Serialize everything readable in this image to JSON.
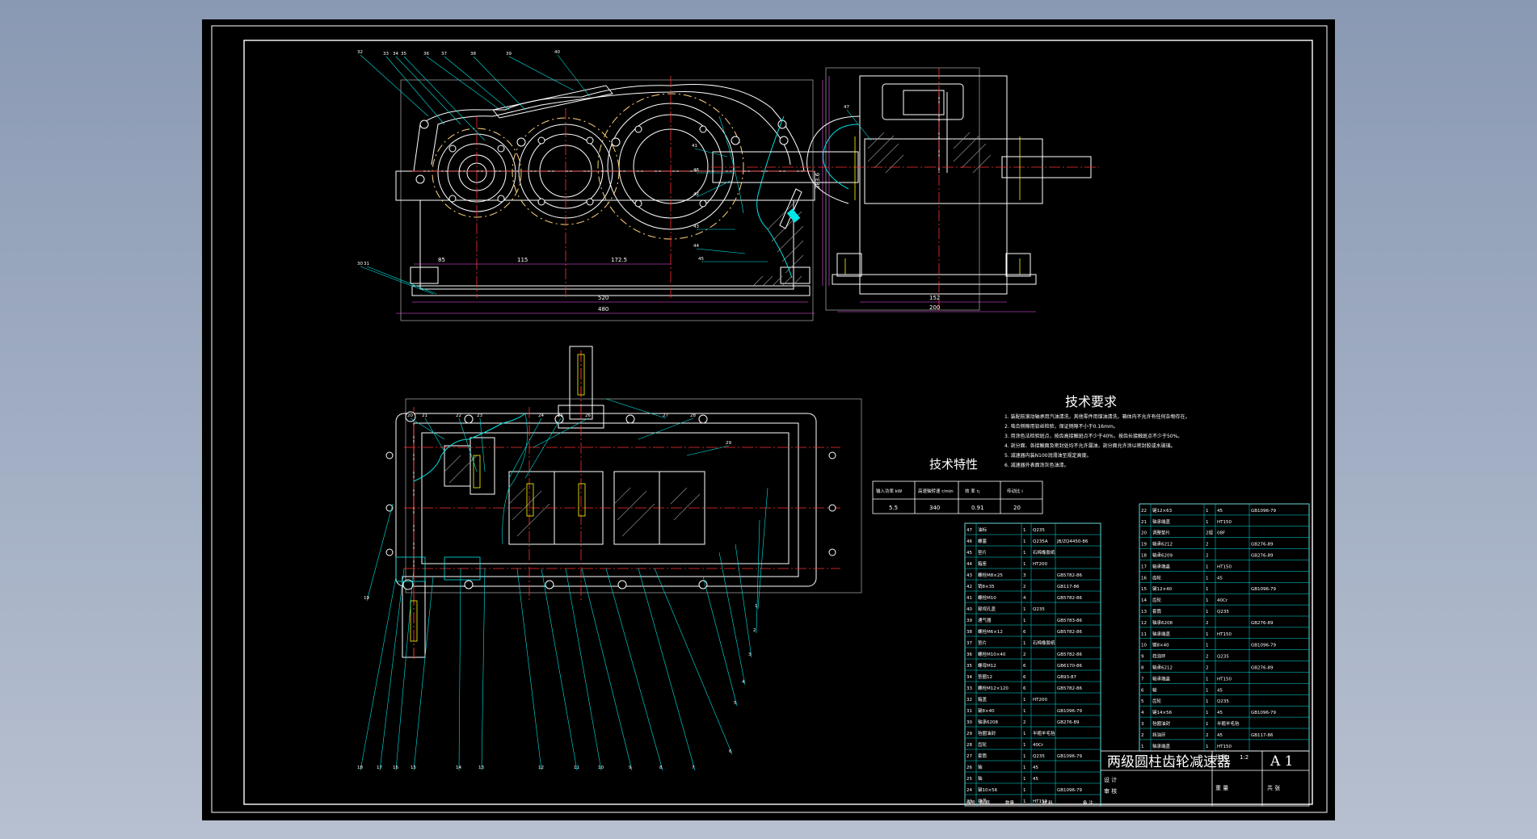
{
  "drawing": {
    "title": "两级圆柱齿轮减速器",
    "sheet_size": "A 1",
    "tech_req_title": "技术要求",
    "tech_char_title": "技术特性",
    "tech_requirements": [
      "1. 装配前滚动轴承用汽油清洗，其他零件用煤油清洗，箱体内不允许有任何杂物存在。",
      "2. 啮合侧隙用铅丝检验，保证侧隙不小于0.16mm。",
      "3. 用涂色法检验斑点，按齿高接触斑点不少于40%，按齿长接触斑点不少于50%。",
      "4. 剖分面、各接触面及密封处均不允许漏油，剖分面允许涂以密封胶或水玻璃。",
      "5. 减速器内装N100润滑油至规定高度。",
      "6. 减速器外表面涂灰色油漆。"
    ],
    "characteristics": {
      "headers": [
        "输入功率 kW",
        "高速轴转速 r/min",
        "效 率 η",
        "传动比 i"
      ],
      "values": [
        "5.5",
        "340",
        "0.91",
        "20"
      ]
    },
    "title_block": {
      "scale_label": "比例",
      "scale_value": "1:2",
      "drawn_label": "设 计",
      "checked_label": "审 核",
      "weight_label": "重 量",
      "sheet_label": "共 张"
    },
    "bom_headers": [
      "序号",
      "名 称",
      "数量",
      "材 料",
      "备 注"
    ],
    "parts_left": [
      [
        "47",
        "油标",
        "1",
        "Q235",
        ""
      ],
      [
        "46",
        "螺塞",
        "1",
        "Q235A",
        "JB/ZQ4450-86"
      ],
      [
        "45",
        "垫片",
        "1",
        "石棉橡胶纸",
        ""
      ],
      [
        "44",
        "箱座",
        "1",
        "HT200",
        ""
      ],
      [
        "43",
        "螺栓M8×25",
        "3",
        "",
        "GB5782-86"
      ],
      [
        "42",
        "销8×35",
        "2",
        "",
        "GB117-86"
      ],
      [
        "41",
        "螺栓M10",
        "4",
        "",
        "GB5782-86"
      ],
      [
        "40",
        "窥视孔盖",
        "1",
        "Q235",
        ""
      ],
      [
        "39",
        "通气器",
        "1",
        "",
        "GB5783-86"
      ],
      [
        "38",
        "螺栓M6×12",
        "6",
        "",
        "GB5782-86"
      ],
      [
        "37",
        "垫片",
        "1",
        "石棉橡胶纸",
        ""
      ],
      [
        "36",
        "螺栓M10×40",
        "2",
        "",
        "GB5782-86"
      ],
      [
        "35",
        "螺母M12",
        "6",
        "",
        "GB6170-86"
      ],
      [
        "34",
        "垫圈12",
        "6",
        "",
        "GB93-87"
      ],
      [
        "33",
        "螺栓M12×120",
        "6",
        "",
        "GB5782-86"
      ],
      [
        "32",
        "箱盖",
        "1",
        "HT200",
        ""
      ],
      [
        "31",
        "键8×40",
        "1",
        "",
        "GB1096-79"
      ],
      [
        "30",
        "轴承6208",
        "2",
        "",
        "GB276-89"
      ],
      [
        "29",
        "毡圈油封",
        "1",
        "半粗羊毛毡",
        ""
      ],
      [
        "28",
        "齿轮",
        "1",
        "40Cr",
        ""
      ],
      [
        "27",
        "套筒",
        "1",
        "Q235",
        "GB1096-79"
      ],
      [
        "26",
        "轴",
        "1",
        "45",
        ""
      ],
      [
        "25",
        "轴",
        "1",
        "45",
        ""
      ],
      [
        "24",
        "键10×56",
        "1",
        "",
        "GB1096-79"
      ],
      [
        "23",
        "端盖",
        "1",
        "HT150",
        ""
      ]
    ],
    "parts_right": [
      [
        "22",
        "键12×63",
        "1",
        "45",
        "GB1096-79"
      ],
      [
        "21",
        "轴承端盖",
        "1",
        "HT150",
        ""
      ],
      [
        "20",
        "调整垫片",
        "2组",
        "08F",
        ""
      ],
      [
        "19",
        "轴承6212",
        "2",
        "",
        "GB276-89"
      ],
      [
        "18",
        "轴承6209",
        "2",
        "",
        "GB276-89"
      ],
      [
        "17",
        "轴承端盖",
        "1",
        "HT150",
        ""
      ],
      [
        "16",
        "齿轮",
        "1",
        "45",
        ""
      ],
      [
        "15",
        "键12×40",
        "1",
        "",
        "GB1096-79"
      ],
      [
        "14",
        "齿轮",
        "1",
        "40Cr",
        ""
      ],
      [
        "13",
        "套筒",
        "1",
        "Q235",
        ""
      ],
      [
        "12",
        "轴承6208",
        "2",
        "",
        "GB276-89"
      ],
      [
        "11",
        "轴承端盖",
        "1",
        "HT150",
        ""
      ],
      [
        "10",
        "键8×40",
        "1",
        "",
        "GB1096-79"
      ],
      [
        "9",
        "挡油环",
        "2",
        "Q235",
        ""
      ],
      [
        "8",
        "轴承6212",
        "2",
        "",
        "GB276-89"
      ],
      [
        "7",
        "轴承端盖",
        "1",
        "HT150",
        ""
      ],
      [
        "6",
        "轴",
        "1",
        "45",
        ""
      ],
      [
        "5",
        "齿轮",
        "1",
        "Q235",
        ""
      ],
      [
        "4",
        "键14×56",
        "1",
        "45",
        "GB1096-79"
      ],
      [
        "3",
        "毡圈油封",
        "1",
        "半粗羊毛毡",
        ""
      ],
      [
        "2",
        "挡油环",
        "2",
        "45",
        "GB117-86"
      ],
      [
        "1",
        "轴承端盖",
        "1",
        "HT150",
        ""
      ]
    ],
    "callouts_front": [
      "32",
      "33",
      "34",
      "35",
      "36",
      "37",
      "38",
      "39",
      "40",
      "41",
      "42",
      "43",
      "44",
      "45",
      "46",
      "30",
      "31"
    ],
    "callouts_side": [
      "47"
    ],
    "callouts_plan": [
      "20",
      "21",
      "22",
      "23",
      "24",
      "25",
      "26",
      "27",
      "28",
      "29",
      "19",
      "18",
      "17",
      "16",
      "15",
      "14",
      "13",
      "12",
      "11",
      "10",
      "9",
      "8",
      "7",
      "6",
      "5",
      "4",
      "3",
      "2",
      "1"
    ],
    "dimensions": {
      "front_a": "85",
      "front_b": "115",
      "front_c": "172.5",
      "front_total_1": "520",
      "front_total_2": "480",
      "side_width": "200",
      "side_inner": "152",
      "side_height": "383.6"
    }
  },
  "colors": {
    "background_top": "#8a99b3",
    "sheet": "#000000",
    "line_white": "#ffffff",
    "line_cyan": "#00e5e5",
    "line_red": "#ff3030",
    "line_yellow": "#ffff00",
    "dim_magenta": "#ff5aff",
    "hatch_gray": "#9b9b9b"
  }
}
